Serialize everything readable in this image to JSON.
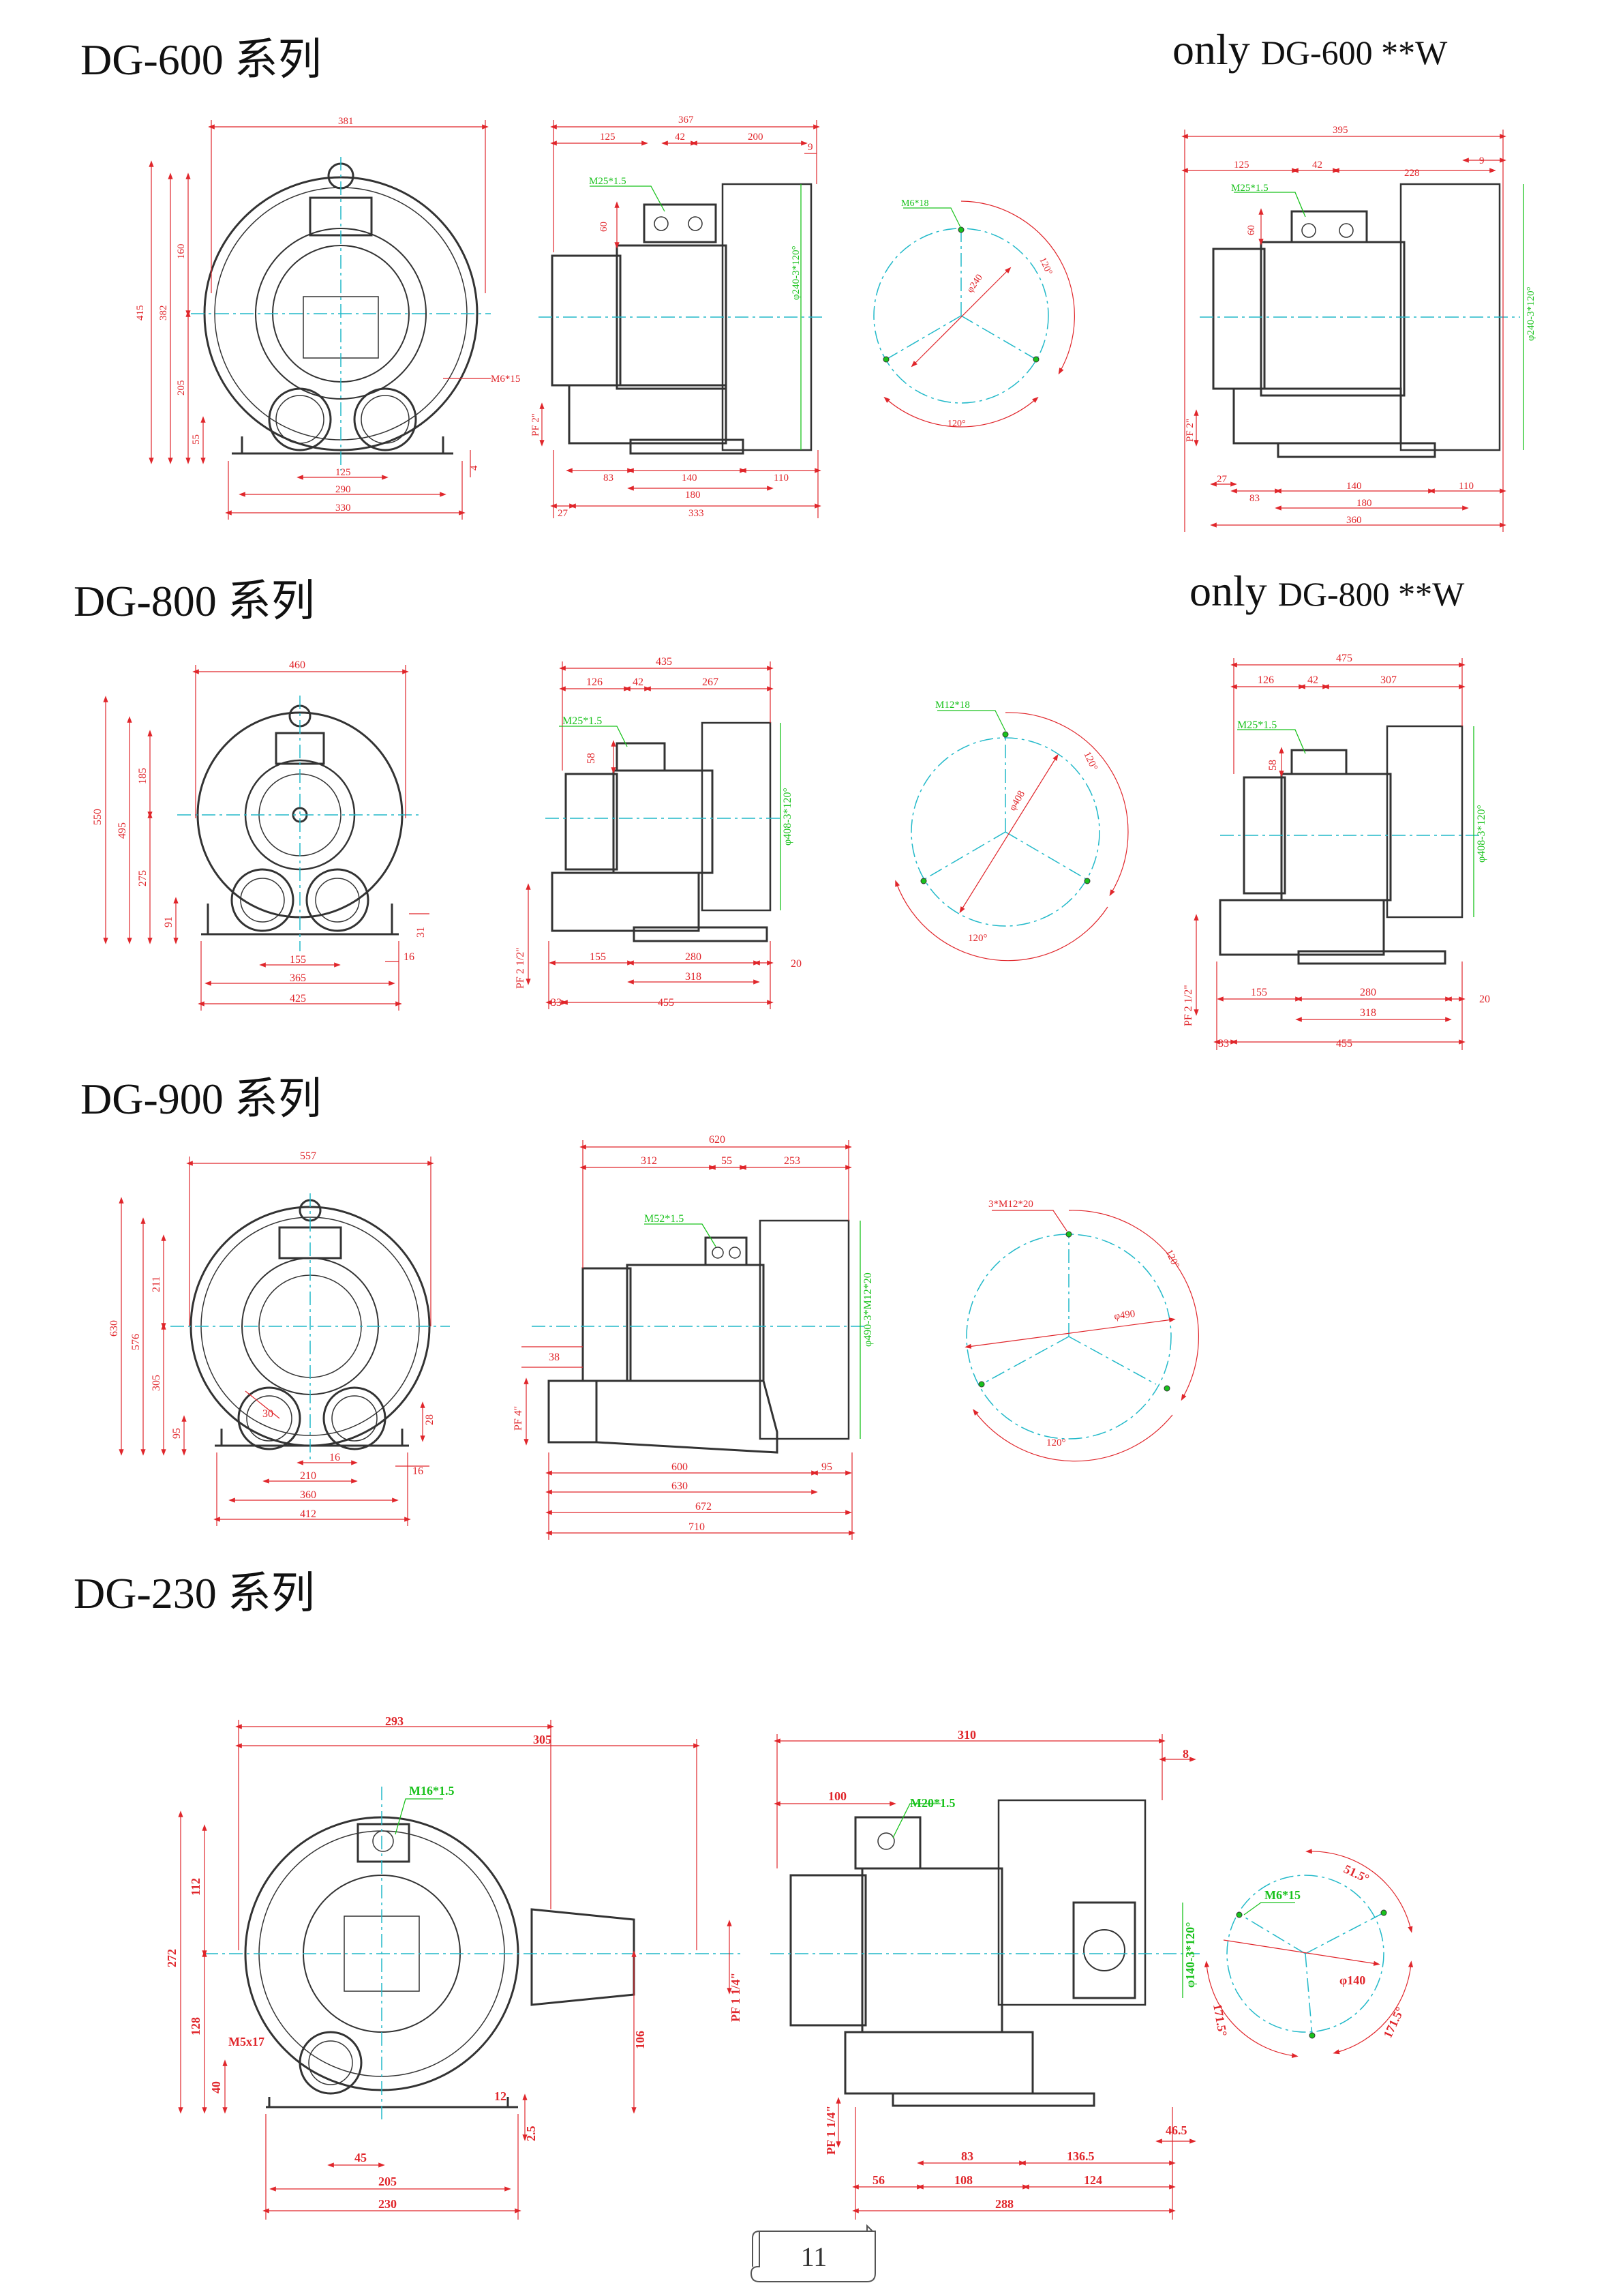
{
  "titles": {
    "dg600": "DG-600 系列",
    "dg600w_prefix": "only",
    "dg600w_model": "DG-600 **W",
    "dg800": "DG-800 系列",
    "dg800w_prefix": "only",
    "dg800w_model": "DG-800 **W",
    "dg900": "DG-900 系列",
    "dg230": "DG-230 系列"
  },
  "page_number": "11",
  "colors": {
    "dimension": "#e0262b",
    "thread_label": "#19c21c",
    "centerline": "#21b9c9",
    "outline": "#333333"
  },
  "dg600": {
    "front": {
      "width": "381",
      "h_total": "415",
      "h_382": "382",
      "h_160": "160",
      "h_205": "205",
      "h_55": "55",
      "bolt": "M6*15",
      "w_125": "125",
      "w_290": "290",
      "w_330": "330",
      "foot": "4"
    },
    "side": {
      "length": "367",
      "l_125": "125",
      "l_42": "42",
      "l_200": "200",
      "l_9": "9",
      "port": "M25*1.5",
      "h_60": "60",
      "pcd": "φ240-3*120°",
      "pf": "PF 2\"",
      "b_83": "83",
      "b_140": "140",
      "b_110": "110",
      "b_180": "180",
      "b_27": "27",
      "b_333": "333"
    },
    "flange": {
      "bolt": "M6*18",
      "pcd": "φ240",
      "angle": "120°"
    }
  },
  "dg600w": {
    "length": "395",
    "l_125": "125",
    "l_42": "42",
    "l_228": "228",
    "l_9": "9",
    "port": "M25*1.5",
    "h_60": "60",
    "pcd": "φ240-3*120°",
    "pf": "PF 2\"",
    "b_27": "27",
    "b_83": "83",
    "b_140": "140",
    "b_110": "110",
    "b_180": "180",
    "b_360": "360"
  },
  "dg800": {
    "front": {
      "width": "460",
      "h_550": "550",
      "h_495": "495",
      "h_185": "185",
      "h_275": "275",
      "h_91": "91",
      "w_155": "155",
      "w_365": "365",
      "w_425": "425",
      "r_31": "31",
      "r_16": "16"
    },
    "side": {
      "length": "435",
      "l_126": "126",
      "l_42": "42",
      "l_267": "267",
      "port": "M25*1.5",
      "h_58": "58",
      "pcd": "φ408-3*120°",
      "pf": "PF 2 1/2\"",
      "b_155": "155",
      "b_280": "280",
      "b_20": "20",
      "b_318": "318",
      "b_33": "33",
      "b_455": "455"
    },
    "flange": {
      "bolt": "M12*18",
      "pcd": "φ408",
      "angle": "120°"
    }
  },
  "dg800w": {
    "length": "475",
    "l_126": "126",
    "l_42": "42",
    "l_307": "307",
    "port": "M25*1.5",
    "h_58": "58",
    "pcd": "φ408-3*120°",
    "pf": "PF 2 1/2\"",
    "b_155": "155",
    "b_280": "280",
    "b_20": "20",
    "b_318": "318",
    "b_33": "33",
    "b_455": "455"
  },
  "dg900": {
    "front": {
      "width": "557",
      "h_630": "630",
      "h_576": "576",
      "h_211": "211",
      "h_305": "305",
      "h_95": "95",
      "r_28": "28",
      "w_16": "16",
      "w_210": "210",
      "w_360": "360",
      "w_412": "412",
      "r_16": "16",
      "c_30": "30"
    },
    "side": {
      "length": "620",
      "l_312": "312",
      "l_55": "55",
      "l_253": "253",
      "port": "M52*1.5",
      "pcd": "φ490-3*M12*20",
      "h_38": "38",
      "pf": "PF 4\"",
      "b_600": "600",
      "b_95": "95",
      "b_630": "630",
      "b_672": "672",
      "b_710": "710"
    },
    "flange": {
      "bolt": "3*M12*20",
      "pcd": "φ490",
      "angle": "120°"
    }
  },
  "dg230": {
    "front": {
      "w_293": "293",
      "w_305": "305",
      "port": "M16*1.5",
      "h_272": "272",
      "h_112": "112",
      "h_128": "128",
      "h_40": "40",
      "bolt": "M5x17",
      "h_106": "106",
      "pf": "PF 1 1/4\"",
      "r_12": "12",
      "r_2_5": "2.5",
      "w_45": "45",
      "w_205": "205",
      "w_230": "230"
    },
    "side": {
      "length": "310",
      "l_100": "100",
      "l_8": "8",
      "port": "M20*1.5",
      "pcd": "φ140-3*120°",
      "pf": "PF 1 1/4\"",
      "b_46_5": "46.5",
      "b_83": "83",
      "b_136_5": "136.5",
      "b_56": "56",
      "b_108": "108",
      "b_124": "124",
      "b_288": "288"
    },
    "flange": {
      "bolt": "M6*15",
      "pcd": "φ140",
      "a_51_5": "51.5°",
      "a_171_5_l": "171.5°",
      "a_171_5_r": "171.5°"
    }
  }
}
